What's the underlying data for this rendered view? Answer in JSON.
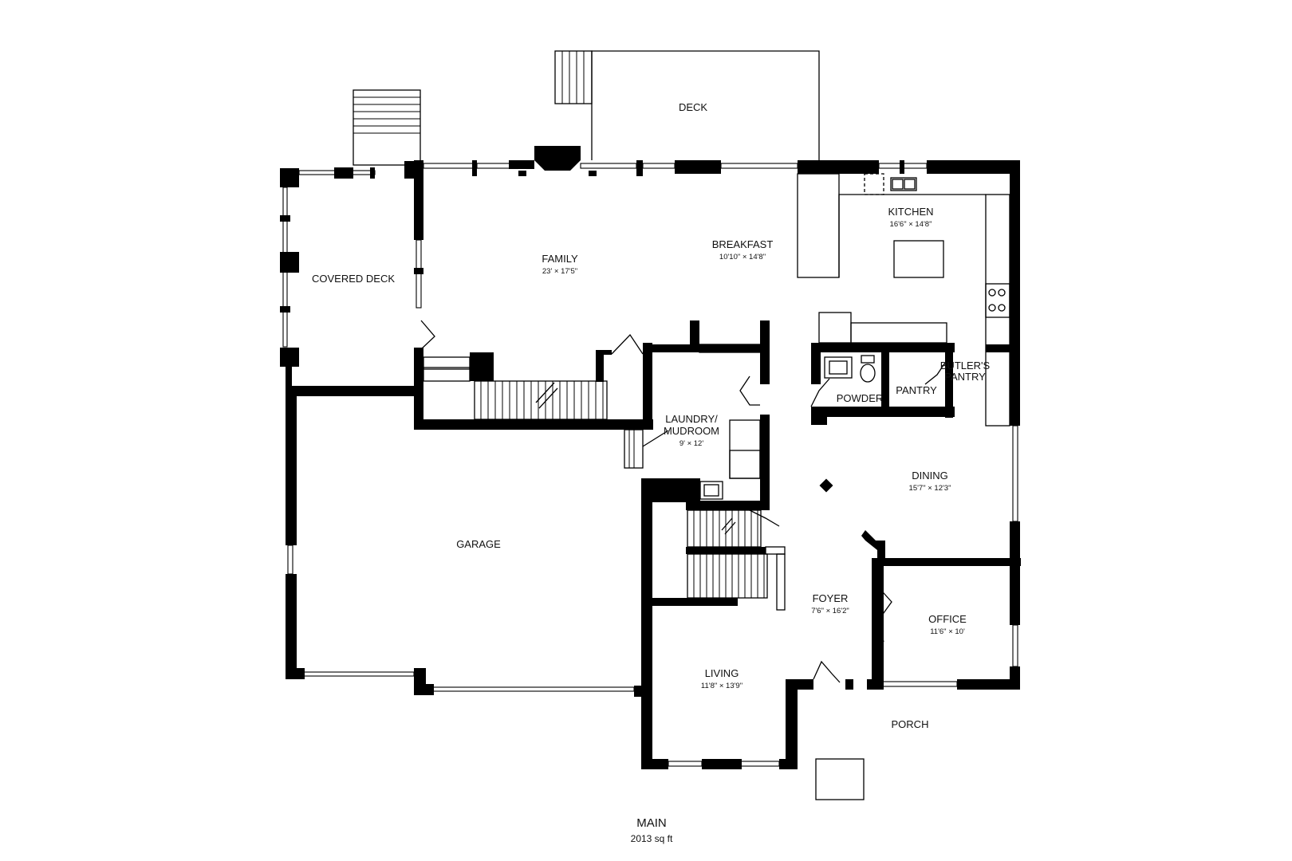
{
  "floor": {
    "name": "MAIN",
    "area": "2013 sq ft"
  },
  "rooms": {
    "deck": {
      "name": "DECK"
    },
    "covered_deck": {
      "name": "COVERED DECK"
    },
    "family": {
      "name": "FAMILY",
      "dims": "23' × 17'5\""
    },
    "breakfast": {
      "name": "BREAKFAST",
      "dims": "10'10\" × 14'8\""
    },
    "kitchen": {
      "name": "KITCHEN",
      "dims": "16'6\" × 14'8\""
    },
    "butlers_pantry": {
      "name_line1": "BUTLER'S",
      "name_line2": "PANTRY"
    },
    "powder": {
      "name": "POWDER"
    },
    "pantry": {
      "name": "PANTRY"
    },
    "laundry": {
      "name_line1": "LAUNDRY/",
      "name_line2": "MUDROOM",
      "dims": "9' × 12'"
    },
    "dining": {
      "name": "DINING",
      "dims": "15'7\" × 12'3\""
    },
    "garage": {
      "name": "GARAGE"
    },
    "foyer": {
      "name": "FOYER",
      "dims": "7'6\" × 16'2\""
    },
    "office": {
      "name": "OFFICE",
      "dims": "11'6\" × 10'"
    },
    "living": {
      "name": "LIVING",
      "dims": "11'8\" × 13'9\""
    },
    "porch": {
      "name": "PORCH"
    }
  }
}
